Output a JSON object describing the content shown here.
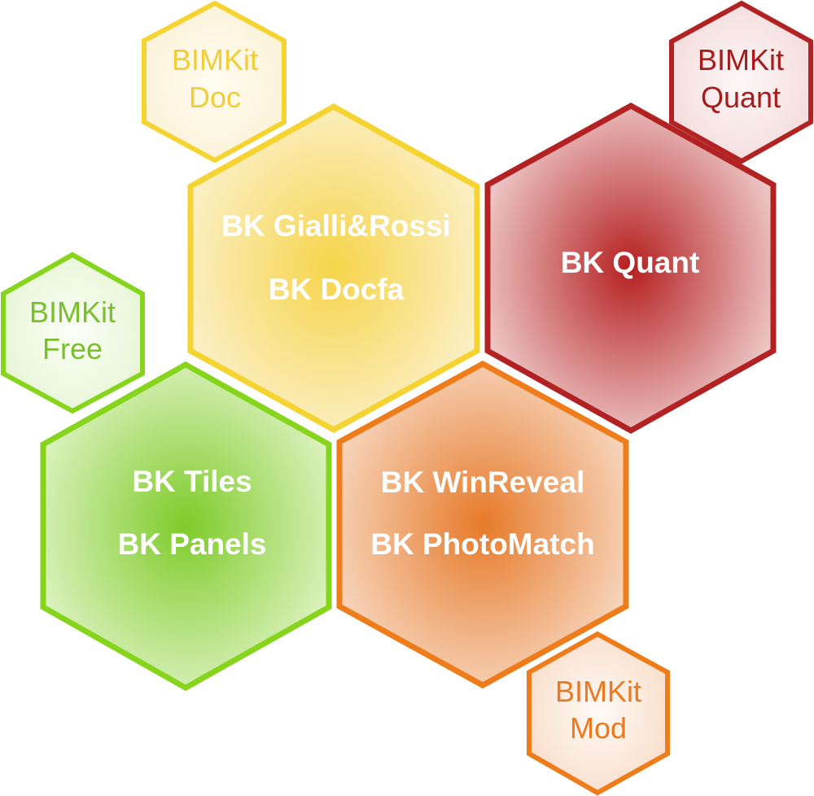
{
  "colors": {
    "yellow": "#f7d000",
    "yellow_stroke": "#f5d330",
    "yellow_center": "#f6d44a",
    "yellow_light": "#fbf0c8",
    "yellow_text": "#f2cd3a",
    "red": "#b71c1c",
    "red_stroke": "#b22222",
    "red_center": "#b52020",
    "red_light": "#f1d2d2",
    "red_text": "#a61c1c",
    "green": "#7fcc1f",
    "green_stroke": "#86d41c",
    "green_center": "#7ecb2a",
    "green_light": "#dcf2bf",
    "green_text": "#7bbf2e",
    "orange": "#ee7a17",
    "orange_stroke": "#ef7c1b",
    "orange_center": "#e67a2a",
    "orange_light": "#f7d5bc",
    "orange_text": "#ea7a22"
  },
  "hexagons": {
    "gialli_rossi": {
      "lines": [
        "BK Gialli&Rossi",
        "BK Docfa"
      ]
    },
    "quant": {
      "lines": [
        "BK Quant"
      ]
    },
    "tiles": {
      "lines": [
        "BK Tiles",
        "BK Panels"
      ]
    },
    "winreveal": {
      "lines": [
        "BK WinReveal",
        "BK PhotoMatch"
      ]
    },
    "bimkit_doc": {
      "lines": [
        "BIMKit",
        "Doc"
      ]
    },
    "bimkit_quant": {
      "lines": [
        "BIMKit",
        "Quant"
      ]
    },
    "bimkit_free": {
      "lines": [
        "BIMKit",
        "Free"
      ]
    },
    "bimkit_mod": {
      "lines": [
        "BIMKit",
        "Mod"
      ]
    }
  }
}
